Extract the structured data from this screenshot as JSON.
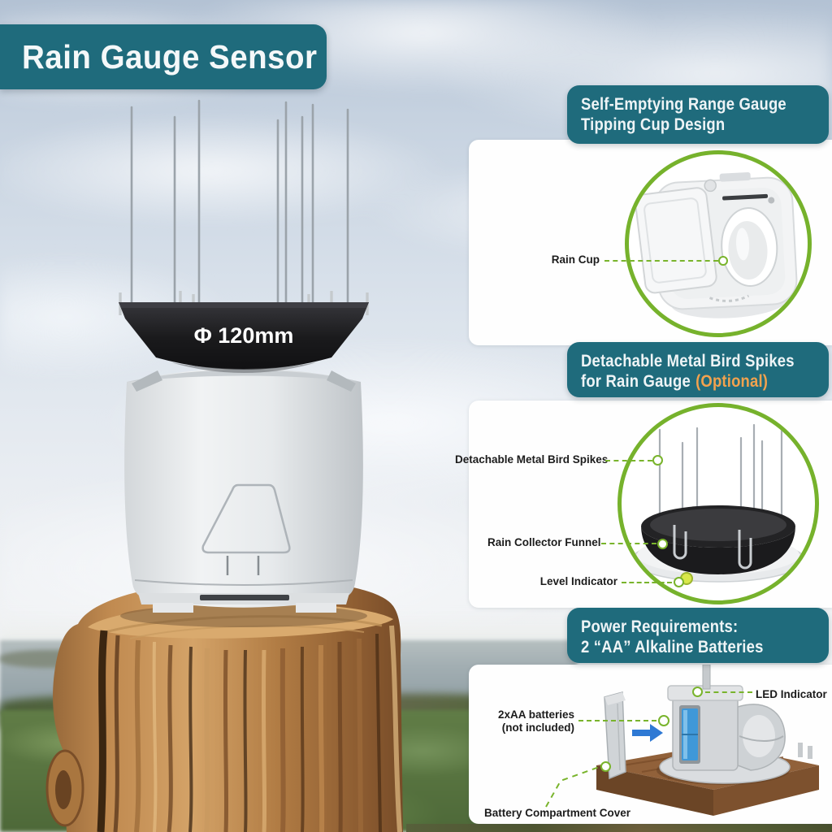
{
  "banner": {
    "title": "Rain Gauge Sensor"
  },
  "product": {
    "diameter_label": "Φ 120mm"
  },
  "sections": {
    "tipping_cup": {
      "line1": "Self-Emptying Range Gauge",
      "line2": "Tipping Cup Design",
      "callout_rain_cup": "Rain Cup"
    },
    "bird_spikes": {
      "line1": "Detachable Metal Bird Spikes",
      "line2": "for Rain Gauge",
      "optional": "(Optional)",
      "callout_spikes": "Detachable Metal Bird Spikes",
      "callout_funnel": "Rain Collector Funnel",
      "callout_level": "Level Indicator"
    },
    "power": {
      "line1": "Power Requirements:",
      "line2": "2 “AA” Alkaline Batteries",
      "callout_led": "LED Indicator",
      "callout_batteries_1": "2xAA batteries",
      "callout_batteries_2": "(not included)",
      "callout_cover": "Battery Compartment Cover"
    }
  },
  "colors": {
    "teal": "#1f6b7c",
    "accent_green": "#76b22c",
    "highlight_orange": "#f2a24e",
    "funnel_black": "#1a1a1c",
    "battery_blue": "#3f98d8"
  }
}
